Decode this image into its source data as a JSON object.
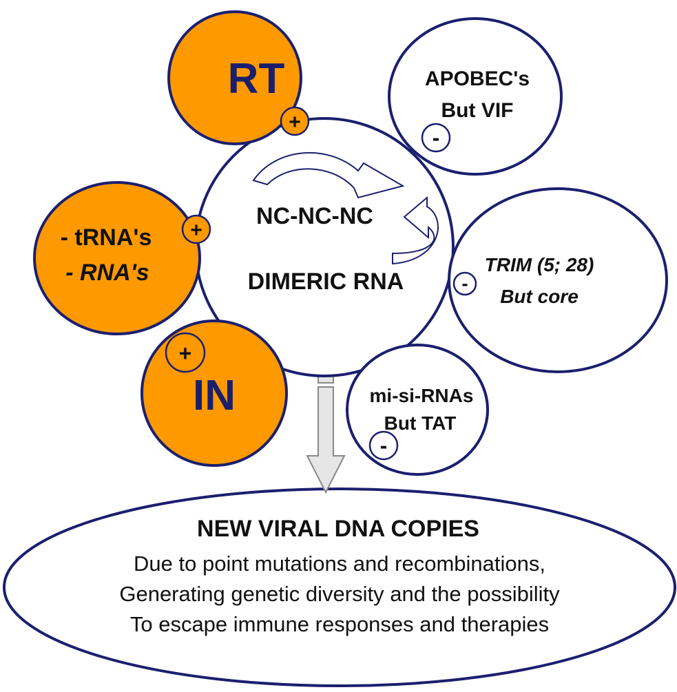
{
  "colors": {
    "outline": "#1b1f6e",
    "orange": "#ff9900",
    "white": "#ffffff",
    "arrow_fill": "#e6e6e6",
    "arrow_stroke": "#888888"
  },
  "center": {
    "line1": "NC-NC-NC",
    "line2": "DIMERIC RNA"
  },
  "nodes": {
    "rt": {
      "label": "RT",
      "sign": "+"
    },
    "trna": {
      "line1": "- tRNA's",
      "line2": "- RNA's",
      "sign": "+"
    },
    "in": {
      "label": "IN",
      "sign": "+"
    },
    "apobec": {
      "line1": "APOBEC's",
      "line2": "But VIF",
      "sign": "-"
    },
    "trim": {
      "line1": "TRIM (5; 28)",
      "line2": "But core",
      "sign": "-"
    },
    "mirna": {
      "line1": "mi-si-RNAs",
      "line2": "But TAT",
      "sign": "-"
    }
  },
  "result": {
    "title": "NEW VIRAL DNA COPIES",
    "line1": "Due to point mutations and recombinations,",
    "line2": "Generating genetic diversity and the possibility",
    "line3": "To escape immune responses and therapies"
  }
}
